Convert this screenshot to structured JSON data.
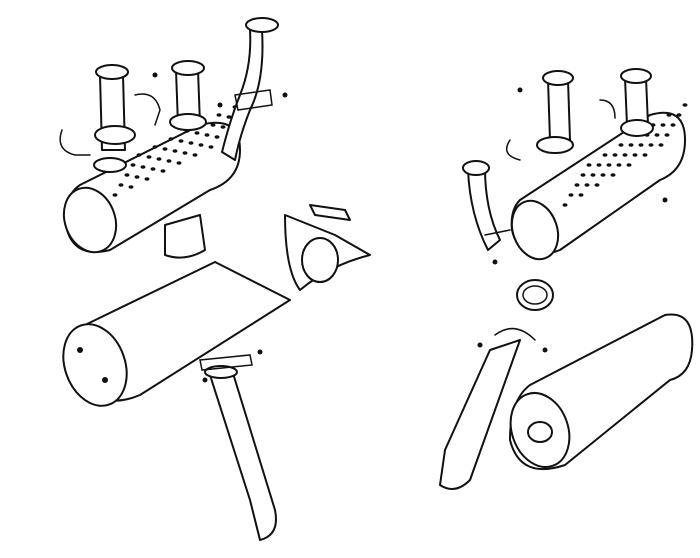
{
  "drawing": {
    "line_color": "#111111",
    "background": "#ffffff",
    "views": [
      {
        "id": "left-assembly",
        "parts": [
          "top-muffler",
          "three-inlet-pipes",
          "clamps",
          "bottom-muffler",
          "outlet-tailpipe",
          "mounting-bracket"
        ]
      },
      {
        "id": "right-assembly",
        "parts": [
          "top-muffler",
          "inlet-pipes",
          "clamps",
          "gasket-ring",
          "bottom-muffler",
          "outlet-tailpipe"
        ]
      }
    ]
  }
}
